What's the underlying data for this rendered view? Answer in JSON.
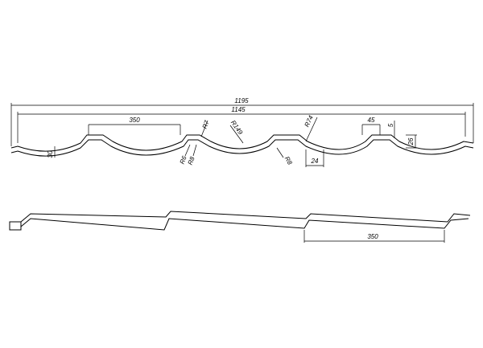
{
  "cross_section": {
    "overall_width": "1195",
    "effective_width": "1145",
    "wave_pitch": "350",
    "radius_r7": "R7",
    "radius_r149": "R149",
    "radius_r74": "R74",
    "step_width": "45",
    "step_height": "5",
    "profile_height": "26",
    "edge_height": "30",
    "radius_r6": "R6",
    "radius_r8_left": "R8",
    "radius_r8_right": "R8",
    "bottom_step": "24"
  },
  "side_profile": {
    "step_pitch": "350"
  }
}
